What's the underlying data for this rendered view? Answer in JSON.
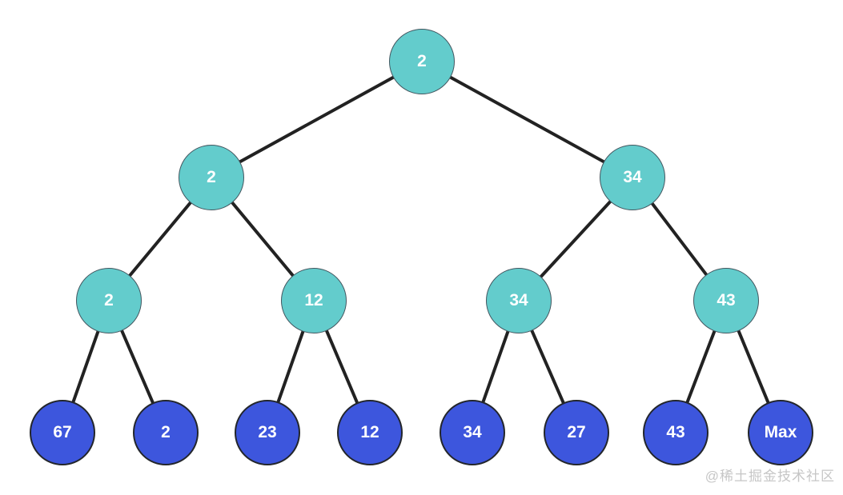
{
  "diagram": {
    "type": "binary-tree",
    "description": "Tournament (winner) tree diagram with teal internal nodes and blue leaf nodes",
    "colors": {
      "internal_node": "#63cccc",
      "internal_border": "#43565f",
      "leaf_node": "#3d56dd",
      "leaf_border": "#23262b",
      "edge": "#222222",
      "label_text": "#ffffff",
      "watermark": "#c6c6c6"
    },
    "levels": [
      {
        "nodes": [
          {
            "label": "2"
          }
        ]
      },
      {
        "nodes": [
          {
            "label": "2"
          },
          {
            "label": "34"
          }
        ]
      },
      {
        "nodes": [
          {
            "label": "2"
          },
          {
            "label": "12"
          },
          {
            "label": "34"
          },
          {
            "label": "43"
          }
        ]
      },
      {
        "nodes": [
          {
            "label": "67"
          },
          {
            "label": "2"
          },
          {
            "label": "23"
          },
          {
            "label": "12"
          },
          {
            "label": "34"
          },
          {
            "label": "27"
          },
          {
            "label": "43"
          },
          {
            "label": "Max"
          }
        ]
      }
    ]
  },
  "watermark": {
    "text": "@稀土掘金技术社区"
  }
}
